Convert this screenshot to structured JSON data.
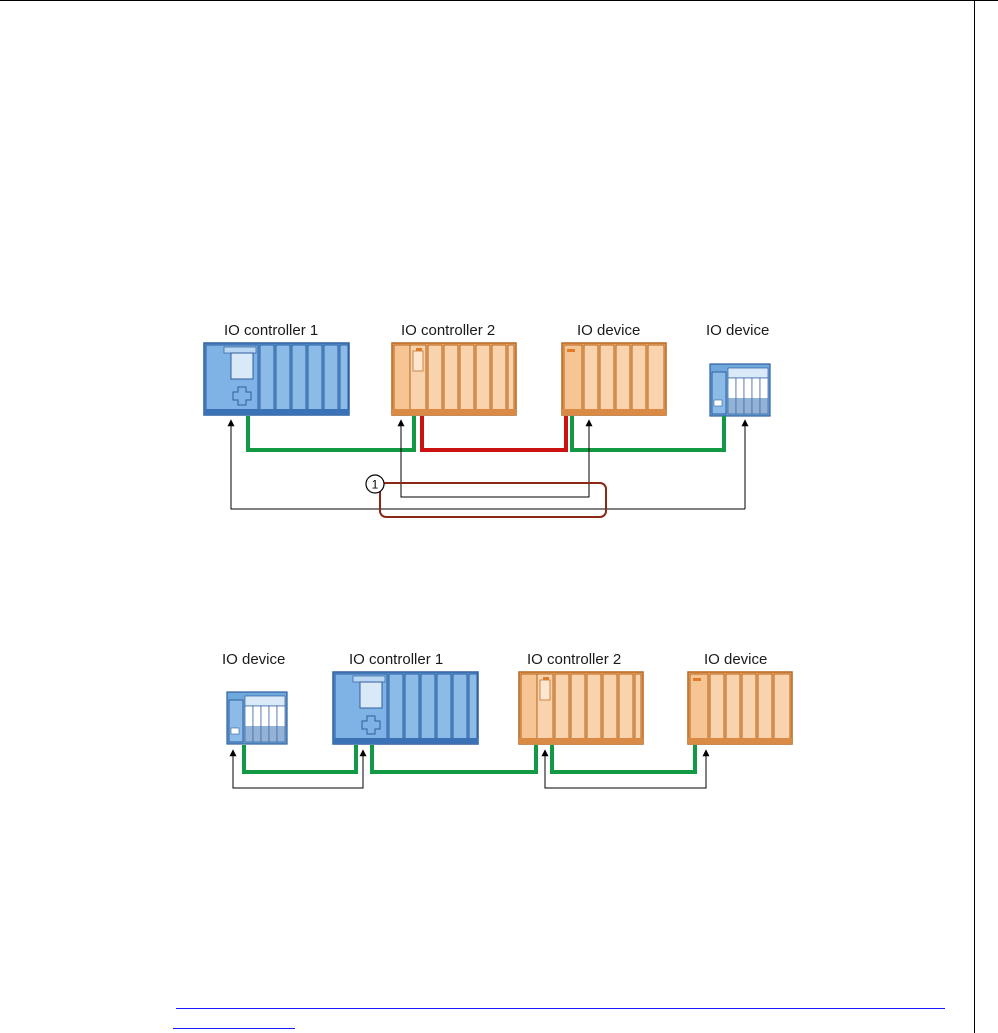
{
  "diagram_top": {
    "labels": {
      "io_controller_1": "IO controller 1",
      "io_controller_2": "IO controller 2",
      "io_device_a": "IO device",
      "io_device_b": "IO device"
    },
    "marker": "1"
  },
  "diagram_bottom": {
    "labels": {
      "io_device_a": "IO device",
      "io_controller_1": "IO controller 1",
      "io_controller_2": "IO controller 2",
      "io_device_b": "IO device"
    }
  },
  "colors": {
    "blue_fill": "#6fa8dc",
    "blue_dark": "#2f5f9e",
    "orange_fill": "#f7c28a",
    "orange_dark": "#b5651d",
    "green_link": "#119944",
    "red_link": "#cc1111",
    "marker_frame": "#8b2a14"
  }
}
